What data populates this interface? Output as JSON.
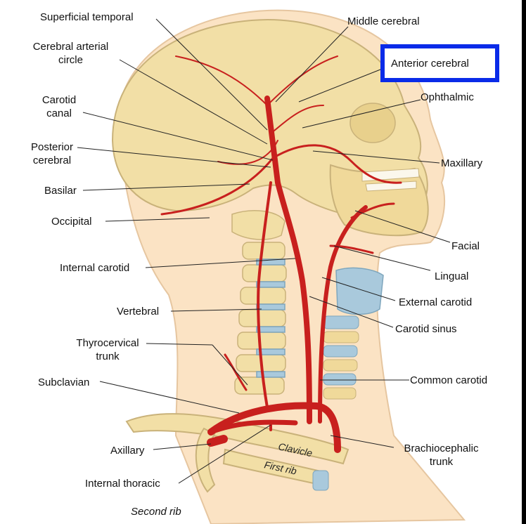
{
  "labels": {
    "superficial_temporal": "Superficial temporal",
    "cerebral_arterial_circle": [
      "Cerebral arterial",
      "circle"
    ],
    "carotid_canal": [
      "Carotid",
      "canal"
    ],
    "posterior_cerebral": [
      "Posterior",
      "cerebral"
    ],
    "basilar": "Basilar",
    "occipital": "Occipital",
    "internal_carotid": "Internal carotid",
    "vertebral": "Vertebral",
    "thyrocervical_trunk": [
      "Thyrocervical",
      "trunk"
    ],
    "subclavian": "Subclavian",
    "axillary": "Axillary",
    "internal_thoracic": "Internal thoracic",
    "second_rib": "Second rib",
    "middle_cerebral": "Middle cerebral",
    "anterior_cerebral": "Anterior cerebral",
    "ophthalmic": "Ophthalmic",
    "maxillary": "Maxillary",
    "facial": "Facial",
    "lingual": "Lingual",
    "external_carotid": "External carotid",
    "carotid_sinus": "Carotid sinus",
    "common_carotid": "Common carotid",
    "brachiocephalic_trunk": [
      "Brachiocephalic",
      "trunk"
    ],
    "clavicle": "Clavicle",
    "first_rib": "First rib"
  },
  "colors": {
    "skin": "#fbe3c4",
    "skull": "#f2dfa6",
    "artery": "#c8201e",
    "cartilage": "#a9c9dc",
    "leader": "#222222",
    "highlight": "#0a2be8"
  }
}
